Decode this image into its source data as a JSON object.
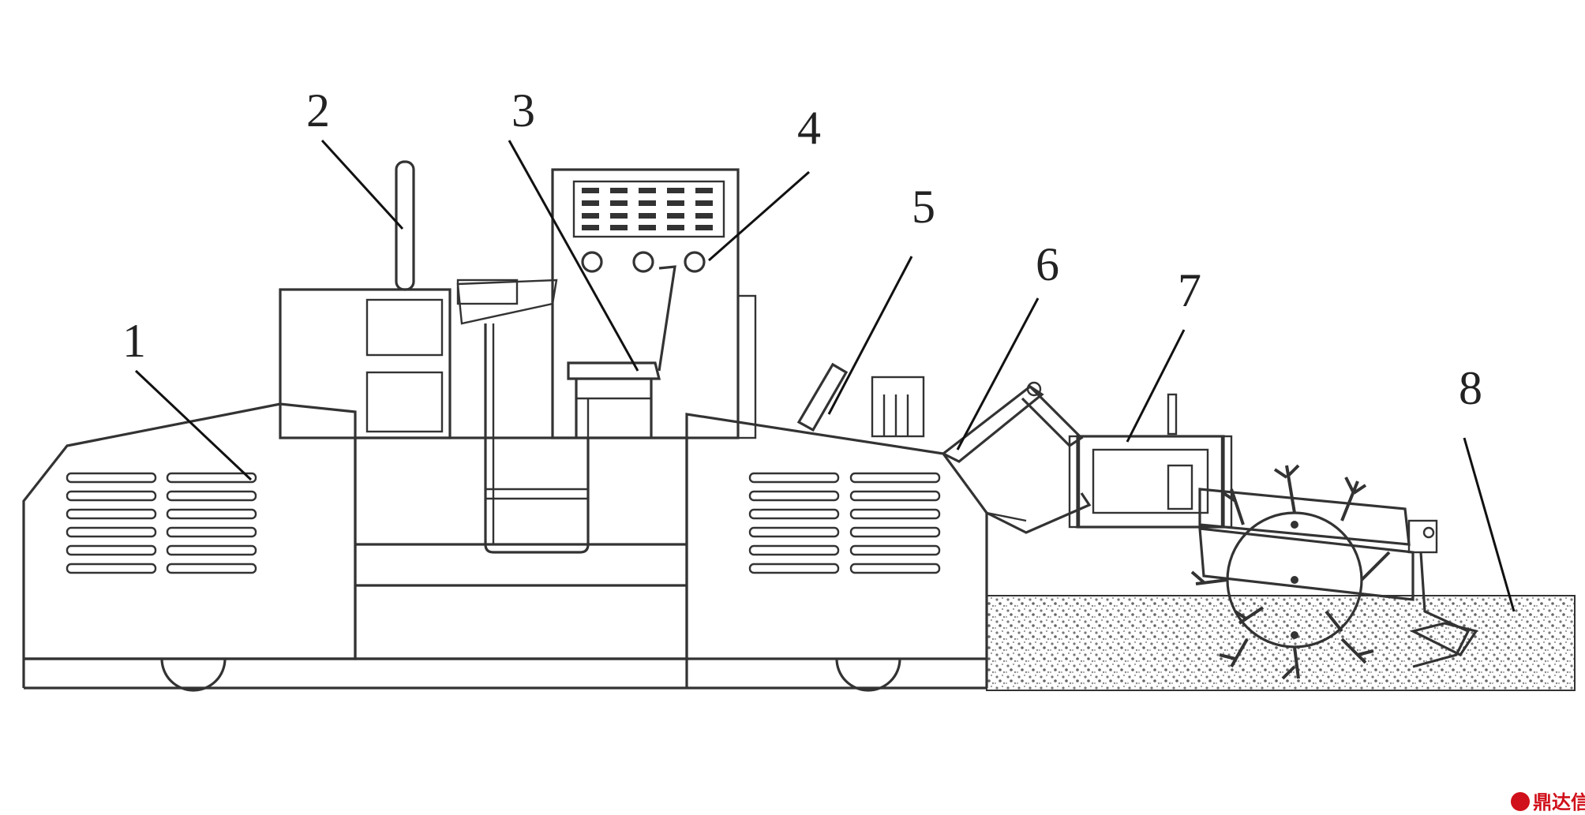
{
  "callouts": [
    {
      "label": "1",
      "part": "engine-hood-left"
    },
    {
      "label": "2",
      "part": "exhaust-pipe"
    },
    {
      "label": "3",
      "part": "operator-seat"
    },
    {
      "label": "4",
      "part": "control-panel"
    },
    {
      "label": "5",
      "part": "hydraulic-cylinder"
    },
    {
      "label": "6",
      "part": "lifting-arm"
    },
    {
      "label": "7",
      "part": "gearbox-frame"
    },
    {
      "label": "8",
      "part": "ground-soil"
    }
  ],
  "watermark": {
    "text": "鼎达信",
    "color": "#d0101a"
  },
  "colors": {
    "line": "#333333",
    "soil": "#888888"
  }
}
